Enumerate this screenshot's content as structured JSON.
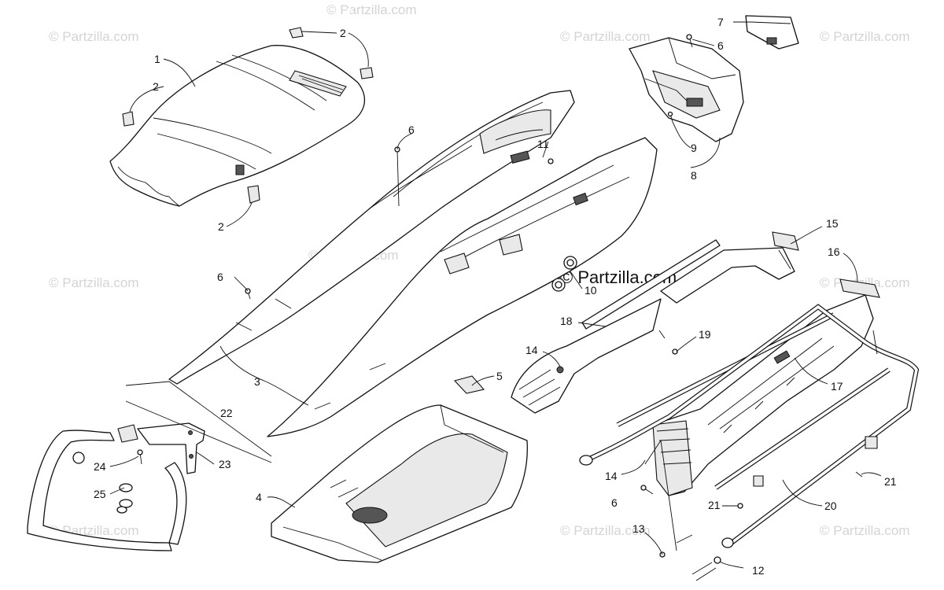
{
  "watermark": {
    "text": "© Partzilla.com",
    "main_text": "© Partzilla.com"
  },
  "callouts": [
    "1",
    "2",
    "2",
    "2",
    "2",
    "3",
    "4",
    "5",
    "6",
    "6",
    "6",
    "6",
    "7",
    "8",
    "9",
    "10",
    "11",
    "12",
    "13",
    "14",
    "14",
    "15",
    "16",
    "17",
    "18",
    "19",
    "20",
    "21",
    "21",
    "22",
    "23",
    "24",
    "25"
  ]
}
